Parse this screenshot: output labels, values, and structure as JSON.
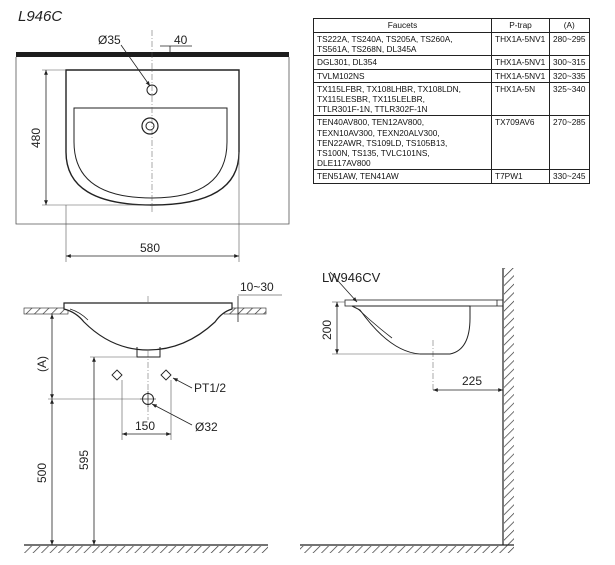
{
  "model": "L946C",
  "table": {
    "headers": [
      "Faucets",
      "P-trap",
      "(A)"
    ],
    "rows": [
      {
        "faucets": [
          "TS222A, TS240A, TS205A, TS260A,",
          "TS561A, TS268N, DL345A"
        ],
        "ptrap": "THX1A-5NV1",
        "a": "280~295"
      },
      {
        "faucets": [
          "DGL301, DL354"
        ],
        "ptrap": "THX1A-5NV1",
        "a": "300~315"
      },
      {
        "faucets": [
          "TVLM102NS"
        ],
        "ptrap": "THX1A-5NV1",
        "a": "320~335"
      },
      {
        "faucets": [
          "TX115LFBR, TX108LHBR, TX108LDN,",
          "TX115LESBR, TX115LELBR,",
          "TTLR301F-1N, TTLR302F-1N"
        ],
        "ptrap": "THX1A-5N",
        "a": "325~340"
      },
      {
        "faucets": [
          "TEN40AV800, TEN12AV800,",
          "TEXN10AV300, TEXN20ALV300,",
          "TEN22AWR, TS109LD, TS105B13,",
          "TS100N, TS135, TVLC101NS,",
          "DLE117AV800"
        ],
        "ptrap": "TX709AV6",
        "a": "270~285"
      },
      {
        "faucets": [
          "TEN51AW, TEN41AW"
        ],
        "ptrap": "T7PW1",
        "a": "330~245"
      }
    ]
  },
  "top_view": {
    "hole_dia": "Ø35",
    "rim_offset": "40",
    "depth": "480",
    "width": "580"
  },
  "front_view": {
    "counter_range": "10~30",
    "a_label": "(A)",
    "pt_label": "PT1/2",
    "spacing": "150",
    "drain_dia": "Ø32",
    "floor_height": "500",
    "drain_height": "595"
  },
  "side_view": {
    "model_label": "LW946CV",
    "basin_depth": "200",
    "wall_offset": "225"
  }
}
